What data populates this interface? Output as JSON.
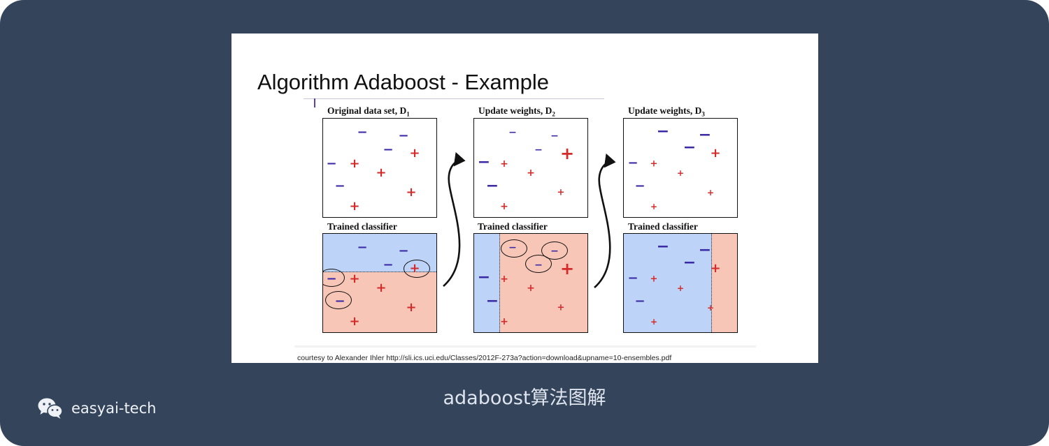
{
  "slide": {
    "title": "Algorithm Adaboost - Example",
    "courtesy": "courtesy to Alexander Ihler http://sli.ics.uci.edu/Classes/2012F-273a?action=download&upname=10-ensembles.pdf"
  },
  "panels": [
    {
      "label": "Original data set, D",
      "subscript": "1"
    },
    {
      "label": "Update weights, D",
      "subscript": "2"
    },
    {
      "label": "Update weights, D",
      "subscript": "3"
    }
  ],
  "classifier_label": "Trained classifier",
  "colors": {
    "background": "#34445a",
    "plus": "#d42a2a",
    "minus": "#3b2aa6",
    "negative_region": "#bdd3f7",
    "positive_region": "#f8c6b6"
  },
  "caption": "adaboost算法图解",
  "brand": {
    "name": "easyai-tech",
    "icon": "wechat-icon"
  }
}
